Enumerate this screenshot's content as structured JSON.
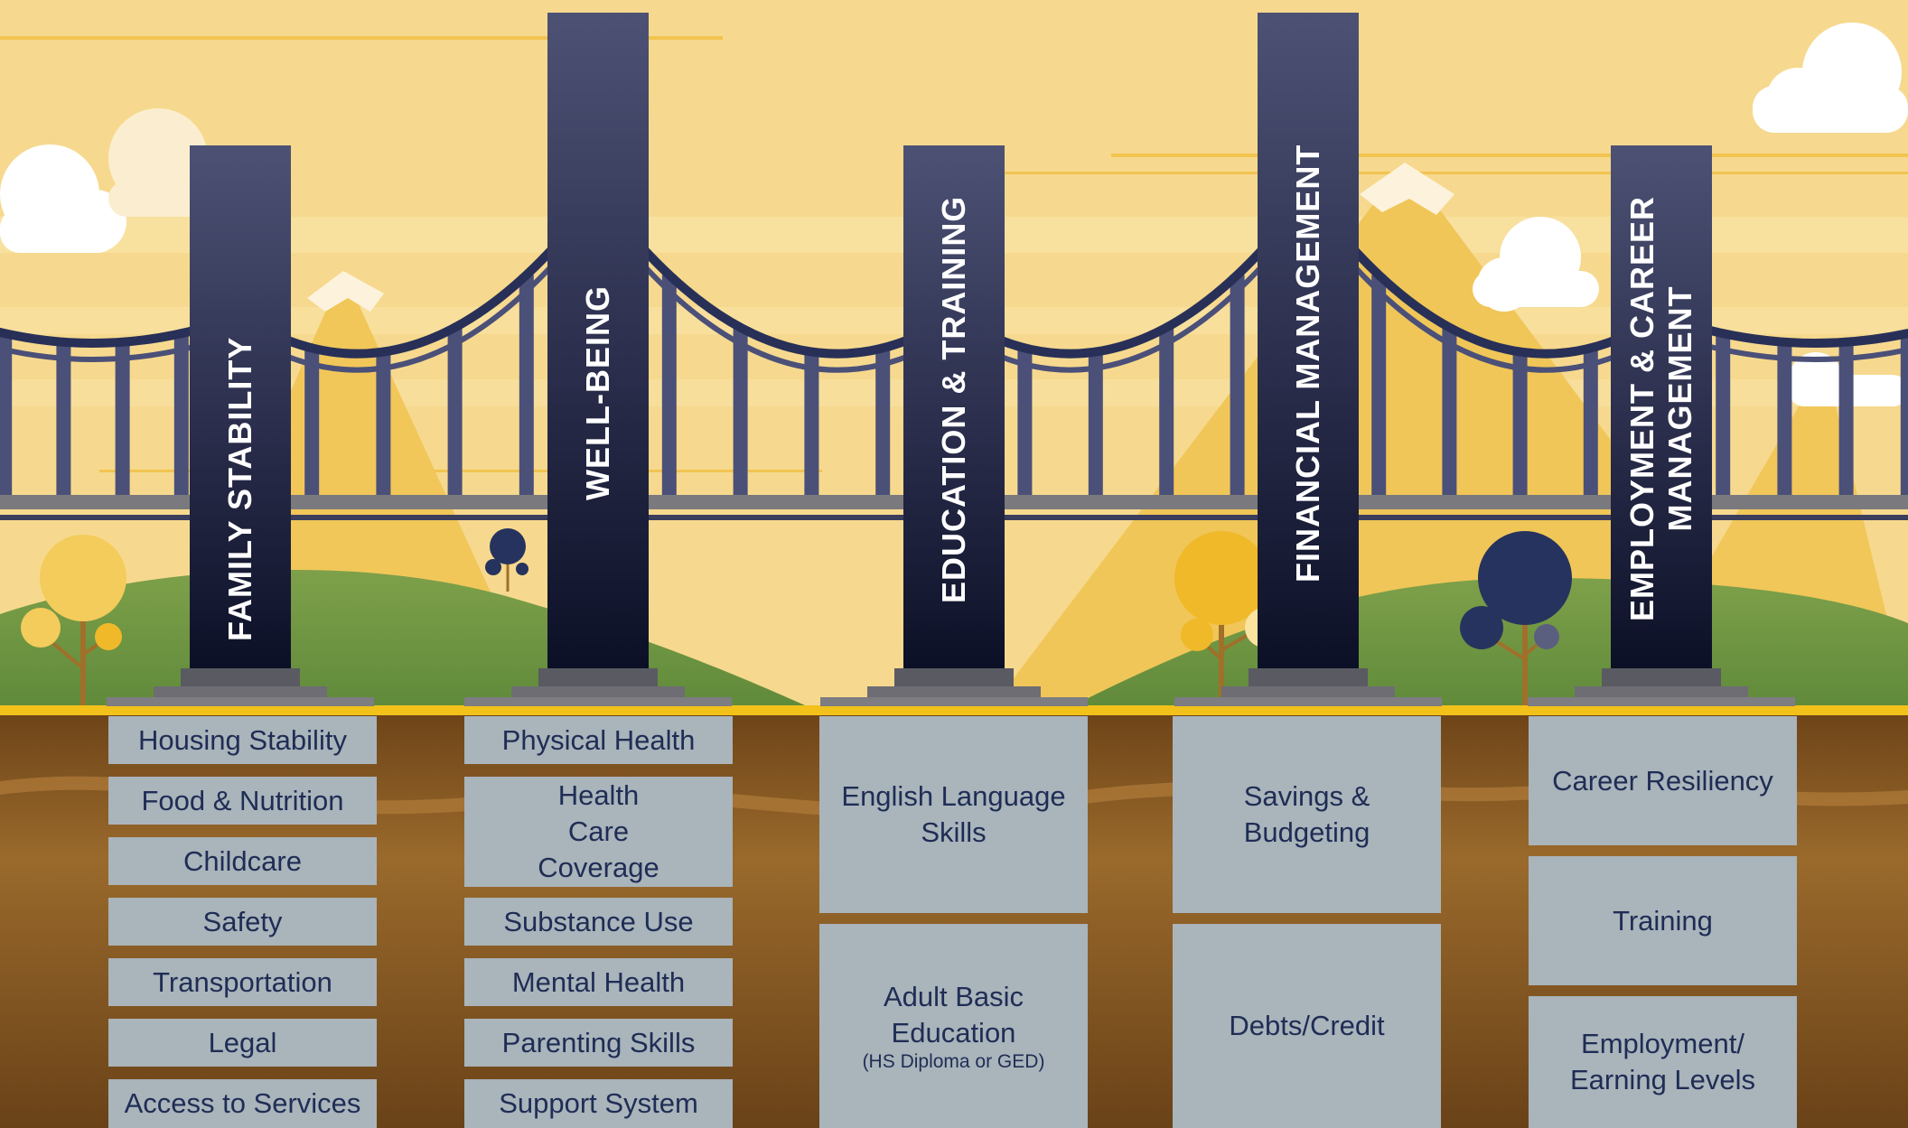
{
  "columns": [
    {
      "pillar": {
        "label": [
          "FAMILY STABILITY"
        ]
      },
      "foundation": [
        {
          "label": "Housing Stability"
        },
        {
          "label": "Food & Nutrition"
        },
        {
          "label": "Childcare"
        },
        {
          "label": "Safety"
        },
        {
          "label": "Transportation"
        },
        {
          "label": "Legal"
        },
        {
          "label": "Access to Services"
        }
      ]
    },
    {
      "pillar": {
        "label": [
          "WELL-BEING"
        ]
      },
      "foundation": [
        {
          "label": "Physical Health"
        },
        {
          "label": "Health Care Coverage"
        },
        {
          "label": "Substance Use"
        },
        {
          "label": "Mental Health"
        },
        {
          "label": "Parenting Skills"
        },
        {
          "label": "Support System"
        }
      ]
    },
    {
      "pillar": {
        "label": [
          "EDUCATION & TRAINING"
        ]
      },
      "foundation": [
        {
          "label": "English Language Skills"
        },
        {
          "label": "Adult Basic Education",
          "sublabel": "(HS Diploma or GED)"
        }
      ]
    },
    {
      "pillar": {
        "label": [
          "FINANCIAL MANAGEMENT"
        ]
      },
      "foundation": [
        {
          "label": "Savings & Budgeting"
        },
        {
          "label": "Debts/Credit"
        }
      ]
    },
    {
      "pillar": {
        "label": [
          "EMPLOYMENT & CAREER",
          "MANAGEMENT"
        ]
      },
      "foundation": [
        {
          "label": "Career Resiliency"
        },
        {
          "label": "Training"
        },
        {
          "label": "Employment/ Earning Levels"
        }
      ]
    }
  ],
  "colors": {
    "sky": "#f6d98e",
    "pillar": "#2a2d4b",
    "cable": "#283058",
    "ground_line": "#f2c11a",
    "soil": "#8e5c27",
    "box": "#a9b4bb",
    "box_text": "#1f2d55"
  }
}
